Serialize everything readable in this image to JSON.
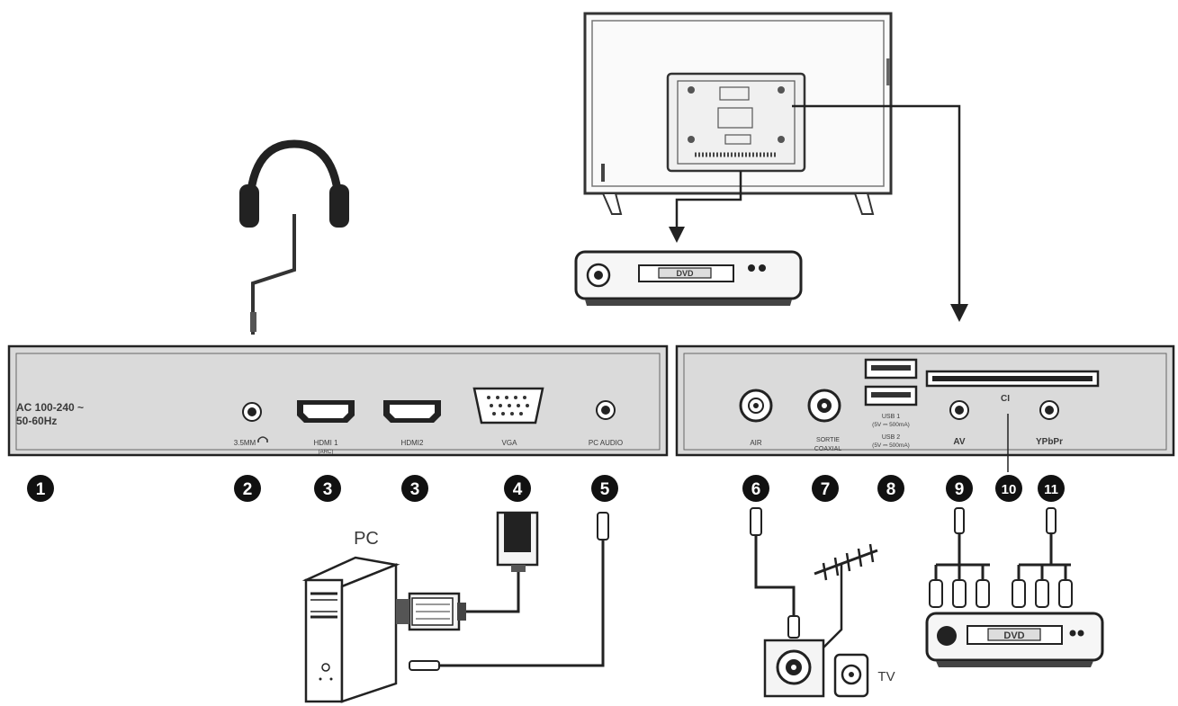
{
  "power_label_line1": "AC 100-240 ~",
  "power_label_line2": "50-60Hz",
  "ports_left": {
    "headphone": "3.5MM",
    "hdmi1": "HDMI 1",
    "hdmi1_sub": "(ARC)",
    "hdmi2": "HDMI2",
    "vga": "VGA",
    "pc_audio": "PC AUDIO"
  },
  "ports_right": {
    "air": "AIR",
    "coaxial_line1": "SORTIE",
    "coaxial_line2": "COAXIAL",
    "usb1_line1": "USB 1",
    "usb1_line2": "(5V ⎓ 500mA)",
    "usb2_line1": "USB 2",
    "usb2_line2": "(5V ⎓ 500mA)",
    "av": "AV",
    "ci": "CI",
    "ypbpr": "YPbPr"
  },
  "markers": [
    "1",
    "2",
    "3",
    "3",
    "4",
    "5",
    "6",
    "7",
    "8",
    "9",
    "10",
    "11"
  ],
  "devices": {
    "pc": "PC",
    "dvd_top": "DVD",
    "dvd_bottom": "DVD",
    "tv_antenna": "TV"
  }
}
